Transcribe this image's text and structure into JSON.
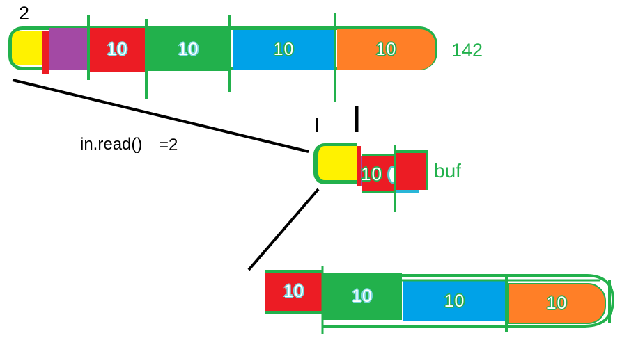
{
  "colors": {
    "green": "#22b14c",
    "red": "#ec1c24",
    "yellow": "#fff200",
    "purple": "#a349a4",
    "blue": "#00a2e8",
    "orange": "#ff7f27",
    "cyan_text_outline": "#7bd6de",
    "black": "#000000"
  },
  "annotations": {
    "position_label": "2",
    "total_label": "142",
    "read_call": "in.read()",
    "read_result": "=2",
    "buffer_label": "buf"
  },
  "top_stream": {
    "segments": [
      {
        "id": "consumed-yellow",
        "label": ""
      },
      {
        "id": "marker-red",
        "label": ""
      },
      {
        "id": "chunk-purple",
        "label": ""
      },
      {
        "id": "chunk-red",
        "label": "10"
      },
      {
        "id": "chunk-green",
        "label": "10"
      },
      {
        "id": "chunk-blue",
        "label": "10"
      },
      {
        "id": "chunk-orange",
        "label": "10"
      }
    ]
  },
  "buffer": {
    "segments": [
      {
        "id": "consumed-yellow",
        "label": ""
      },
      {
        "id": "chunk-red-1",
        "label": "10"
      },
      {
        "id": "chunk-red-2",
        "label": ""
      }
    ]
  },
  "bottom_stream": {
    "segments": [
      {
        "id": "chunk-red",
        "label": "10"
      },
      {
        "id": "chunk-green",
        "label": "10"
      },
      {
        "id": "chunk-blue",
        "label": "10"
      },
      {
        "id": "chunk-orange",
        "label": "10"
      }
    ]
  }
}
